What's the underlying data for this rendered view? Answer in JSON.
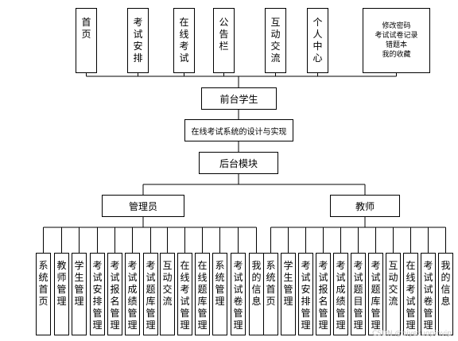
{
  "top_modules": [
    "首页",
    "考试安排",
    "在线考试",
    "公告栏",
    "互动交流",
    "个人中心"
  ],
  "top_multi": [
    "修改密码",
    "考试试卷记录",
    "错题本",
    "我的收藏"
  ],
  "front": "前台学生",
  "system": "在线考试系统的设计与实现",
  "back": "后台模块",
  "roles": [
    "管理员",
    "教师"
  ],
  "admin_modules": [
    "系统首页",
    "教师管理",
    "学生管理",
    "考试安排管理",
    "考试报名管理",
    "考试成绩管理",
    "考试题库管理",
    "互动交流",
    "在线考试管理",
    "在线题库管理",
    "系统管理",
    "考试试卷管理",
    "我的信息"
  ],
  "teacher_modules": [
    "系统首页",
    "学生管理",
    "考试安排管理",
    "考试报名管理",
    "考试成绩管理",
    "考试题目管理",
    "考试题库管理",
    "互动交流",
    "在线考试管理",
    "考试试卷管理",
    "我的信息"
  ],
  "watermark": "CSDN @biyezuopinvip"
}
